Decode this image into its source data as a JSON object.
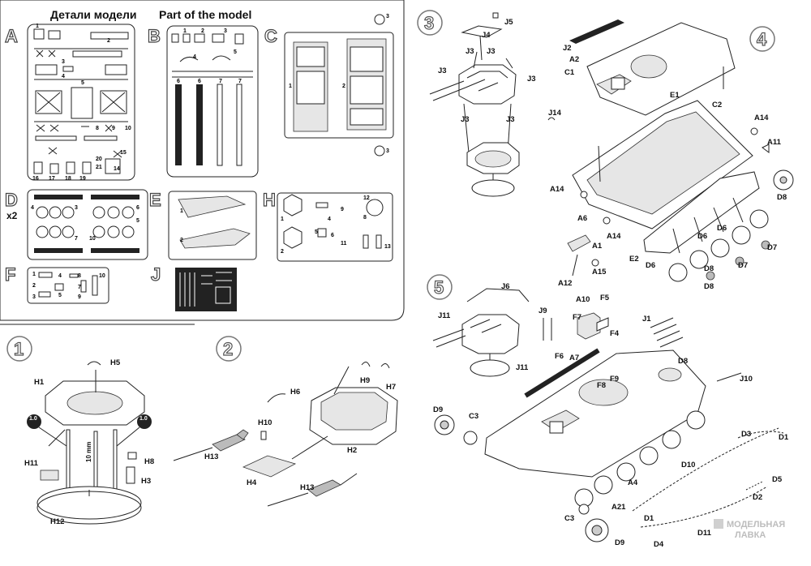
{
  "header": {
    "title_ru": "Детали модели",
    "title_en": "Part of the model"
  },
  "sprues": {
    "A": "A",
    "B": "B",
    "C": "C",
    "D": "D",
    "D_mult": "x2",
    "E": "E",
    "F": "F",
    "H": "H",
    "J": "J"
  },
  "steps": {
    "s1": "1",
    "s2": "2",
    "s3": "3",
    "s4": "4",
    "s5": "5"
  },
  "step1": {
    "H5": "H5",
    "H1": "H1",
    "H11": "H11",
    "H8": "H8",
    "H3": "H3",
    "H12": "H12",
    "dim": "10 mm",
    "drill": "1.0"
  },
  "step2": {
    "H6": "H6",
    "H9": "H9",
    "H7": "H7",
    "H10": "H10",
    "H2": "H2",
    "H13a": "H13",
    "H13b": "H13",
    "H4": "H4"
  },
  "step3": {
    "J5": "J5",
    "J4": "J4",
    "J3a": "J3",
    "J3b": "J3",
    "J3c": "J3",
    "J3d": "J3",
    "J3e": "J3"
  },
  "step4": {
    "J2": "J2",
    "A2": "A2",
    "C1": "C1",
    "C2": "C2",
    "E1": "E1",
    "J14": "J14",
    "A14a": "A14",
    "A14b": "A14",
    "A14c": "A14",
    "A11": "A11",
    "A6": "A6",
    "D8a": "D8",
    "D8b": "D8",
    "D8c": "D8",
    "D7a": "D7",
    "D7b": "D7",
    "D6a": "D6",
    "D6b": "D6",
    "D6c": "D6",
    "E2": "E2",
    "A1": "A1",
    "A15": "A15",
    "A12": "A12"
  },
  "step5": {
    "J6": "J6",
    "J11a": "J11",
    "J11b": "J11",
    "J9": "J9",
    "A10": "A10",
    "F5": "F5",
    "F7": "F7",
    "F4": "F4",
    "J1": "J1",
    "F6": "F6",
    "A7": "A7",
    "D8": "D8",
    "F9": "F9",
    "F8": "F8",
    "J10": "J10",
    "D9a": "D9",
    "D9b": "D9",
    "C3a": "C3",
    "C3b": "C3",
    "D10": "D10",
    "D3": "D3",
    "D1a": "D1",
    "D1b": "D1",
    "D5": "D5",
    "D2": "D2",
    "A4": "A4",
    "A21": "A21",
    "D11": "D11",
    "D4": "D4"
  },
  "watermark": {
    "line1": "МОДЕЛЬНАЯ",
    "line2": "ЛАВКА"
  },
  "sprue_numbers": {
    "one": "1",
    "two": "2",
    "three": "3",
    "four": "4",
    "five": "5",
    "six": "6",
    "seven": "7",
    "eight": "8",
    "nine": "9",
    "ten": "10",
    "eleven": "11",
    "twelve": "12",
    "thirteen": "13",
    "fourteen": "14",
    "fifteen": "15",
    "sixteen": "16",
    "seventeen": "17",
    "eighteen": "18",
    "nineteen": "19",
    "twenty": "20",
    "twentyone": "21"
  }
}
